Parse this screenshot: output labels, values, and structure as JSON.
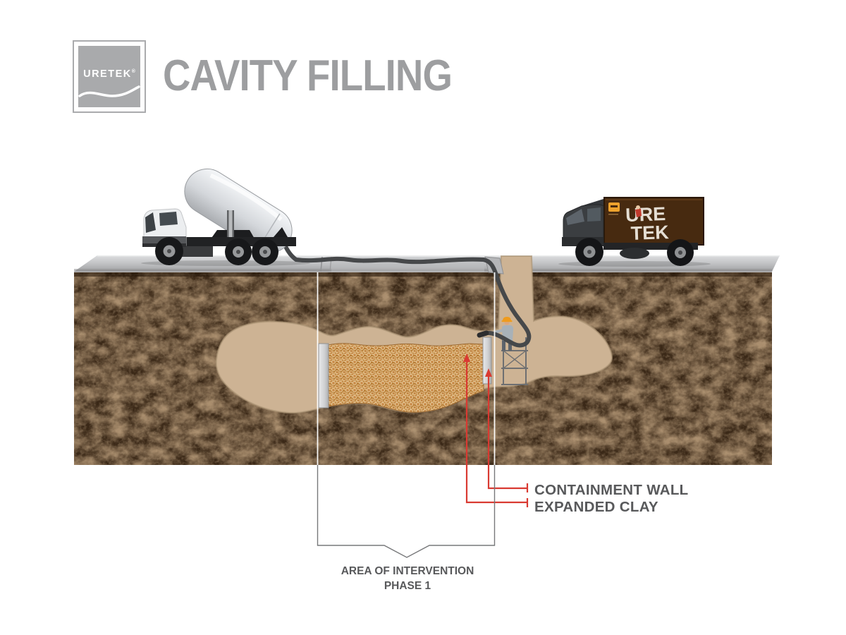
{
  "header": {
    "logo_text": "URETEK",
    "registered_mark": "®",
    "title": "CAVITY FILLING"
  },
  "scene": {
    "labels": {
      "containment_wall": "CONTAINMENT WALL",
      "expanded_clay": "EXPANDED CLAY",
      "area_of_intervention_line1": "AREA OF INTERVENTION",
      "area_of_intervention_line2": "PHASE 1"
    },
    "box_truck_branding": {
      "line1": "URE",
      "line2": "TEK"
    }
  },
  "colors": {
    "title_gray": "#9d9ea0",
    "label_text_gray": "#58595b",
    "leader_red": "#d93a32",
    "soil_brown": "#3a2817",
    "cavity_tan": "#cdb394",
    "expanded_clay_orange": "#b5782f",
    "road_gray": "#c6c7c9",
    "containment_wall_gray": "#d9dadc",
    "hose_gray": "#46484a",
    "hard_hat_orange": "#ef9b1d",
    "tanker_truck_white": "#eceef0",
    "box_truck_brown": "#472a10",
    "logo_gray": "#a9aaac"
  }
}
